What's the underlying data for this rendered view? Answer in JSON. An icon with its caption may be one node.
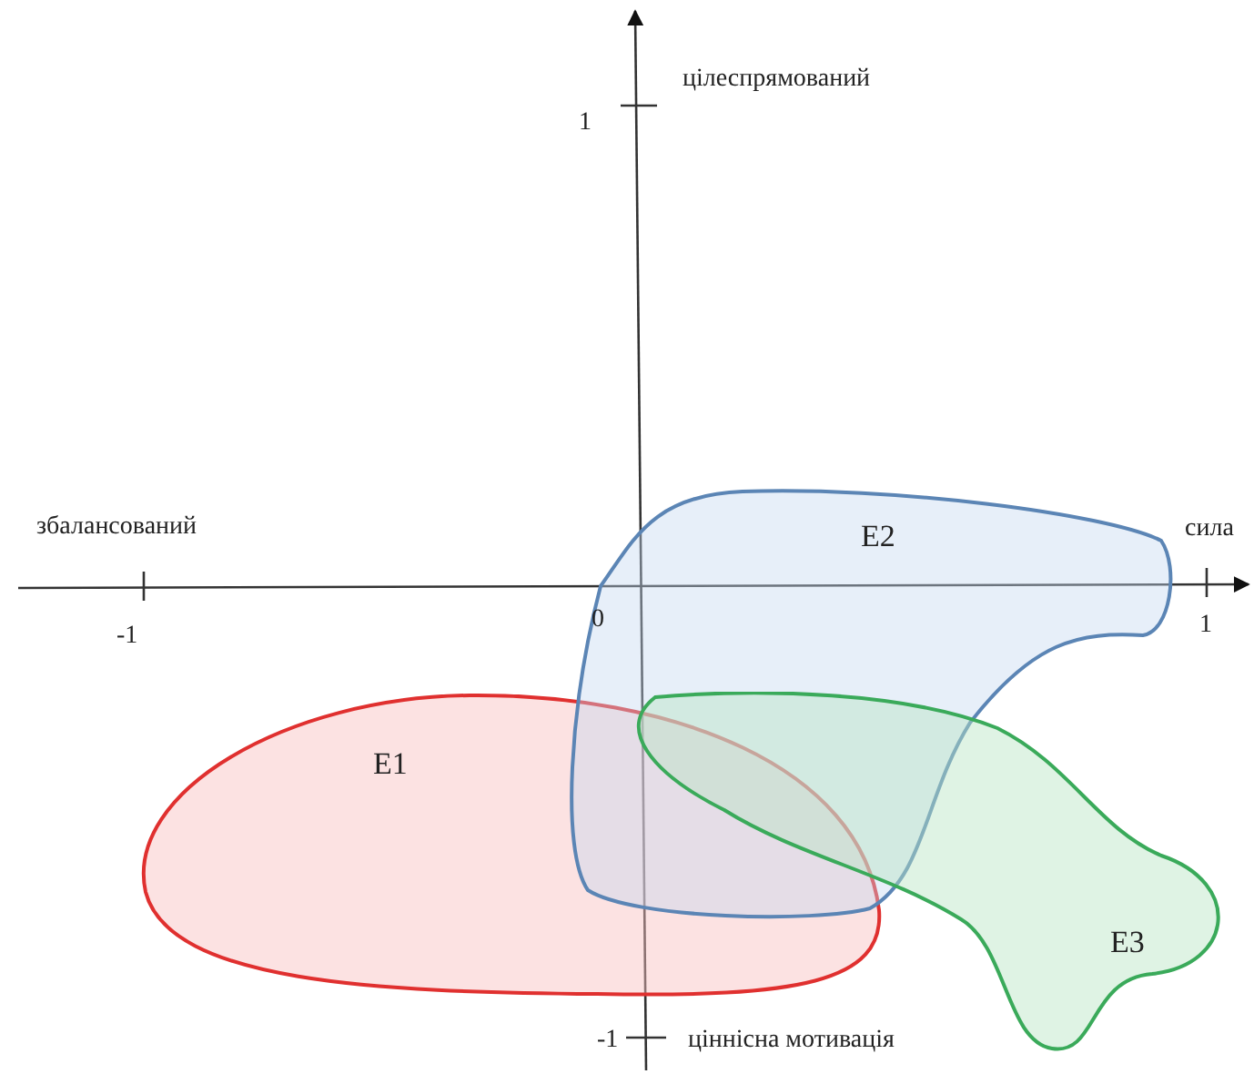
{
  "diagram": {
    "nodes": [
      {
        "text": [
          "E1"
        ]
      },
      {
        "text": [
          "E2"
        ]
      },
      {
        "text": [
          "E3"
        ]
      }
    ],
    "labels": [
      "цілеспрямований",
      "1",
      "збалансований",
      "сила",
      "-1",
      "0",
      "1",
      "-1",
      "ціннісна мотивація"
    ]
  }
}
